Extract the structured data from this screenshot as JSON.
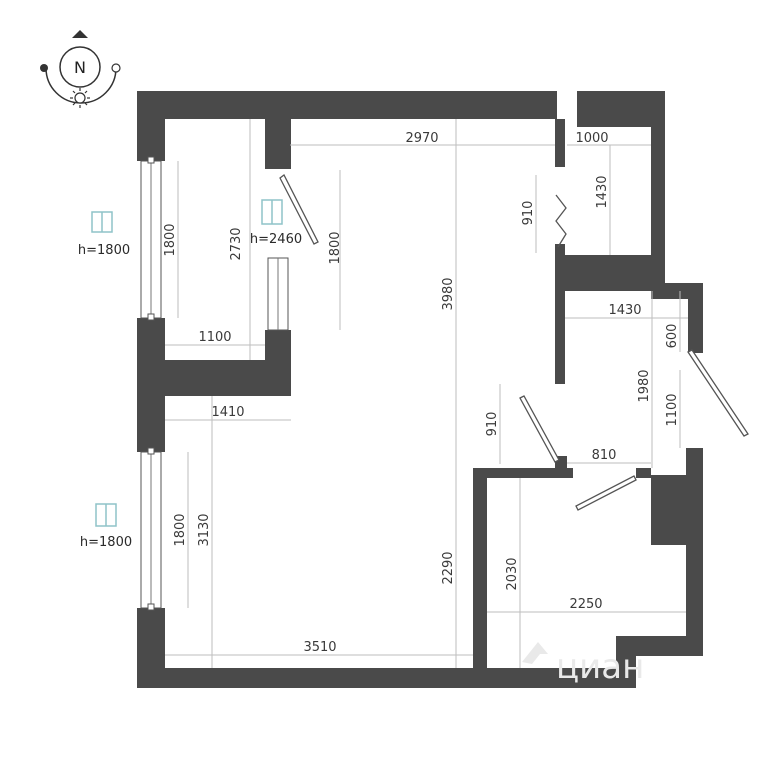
{
  "compass": {
    "letter": "N"
  },
  "dimensions": {
    "top_corridor_width": "2970",
    "small_room_width": "1000",
    "small_room_height": "1430",
    "niche_depth": "910",
    "left_room_height_outer": "2730",
    "left_room_window_1": "1800",
    "left_room_door": "1800",
    "left_room_width": "1100",
    "main_hall_height": "3980",
    "lower_room_width": "1410",
    "lower_room_window": "1800",
    "lower_room_height": "3130",
    "lower_room_depth": "2290",
    "lower_room_bottom_width": "3510",
    "bath_width": "1430",
    "bath_top": "600",
    "bath_height": "1980",
    "bath_door": "1100",
    "bath_entry": "910",
    "bath_door_width": "810",
    "wc_height": "2030",
    "wc_width": "2250"
  },
  "windows": {
    "left_upper_height": "h=1800",
    "left_lower_height": "h=1800",
    "inner_height": "h=2460"
  },
  "watermark": "циан",
  "colors": {
    "wall": "#4a4a4a",
    "dim_line": "#bdbdbd",
    "window_icon": "#8fc3c8"
  }
}
